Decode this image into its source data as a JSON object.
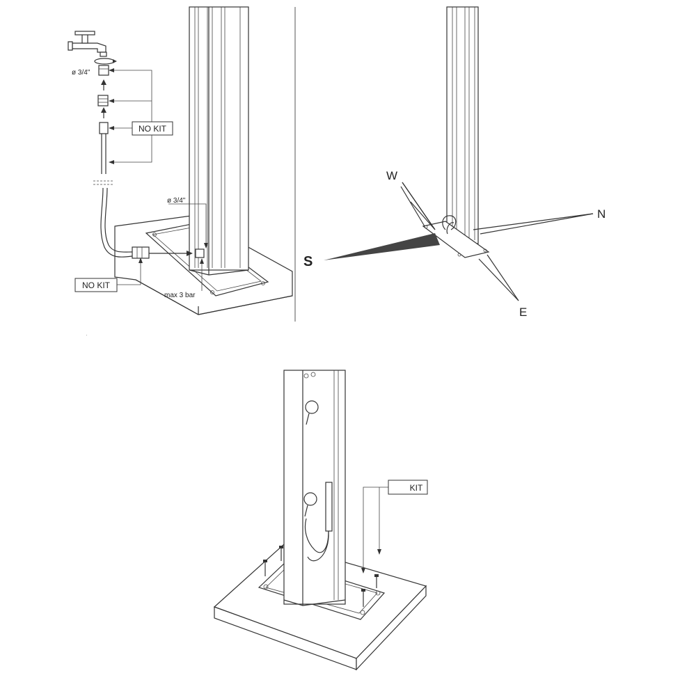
{
  "panel_top_left": {
    "labels": {
      "tap_thread": "ø 3/4\"",
      "no_kit_upper": "NO KIT",
      "base_thread": "ø 3/4\"",
      "no_kit_lower": "NO KIT",
      "pressure": "max 3 bar"
    }
  },
  "panel_top_right": {
    "compass": {
      "west": "W",
      "north": "N",
      "south": "S",
      "east": "E"
    }
  },
  "panel_bottom": {
    "labels": {
      "kit": "KIT"
    }
  }
}
